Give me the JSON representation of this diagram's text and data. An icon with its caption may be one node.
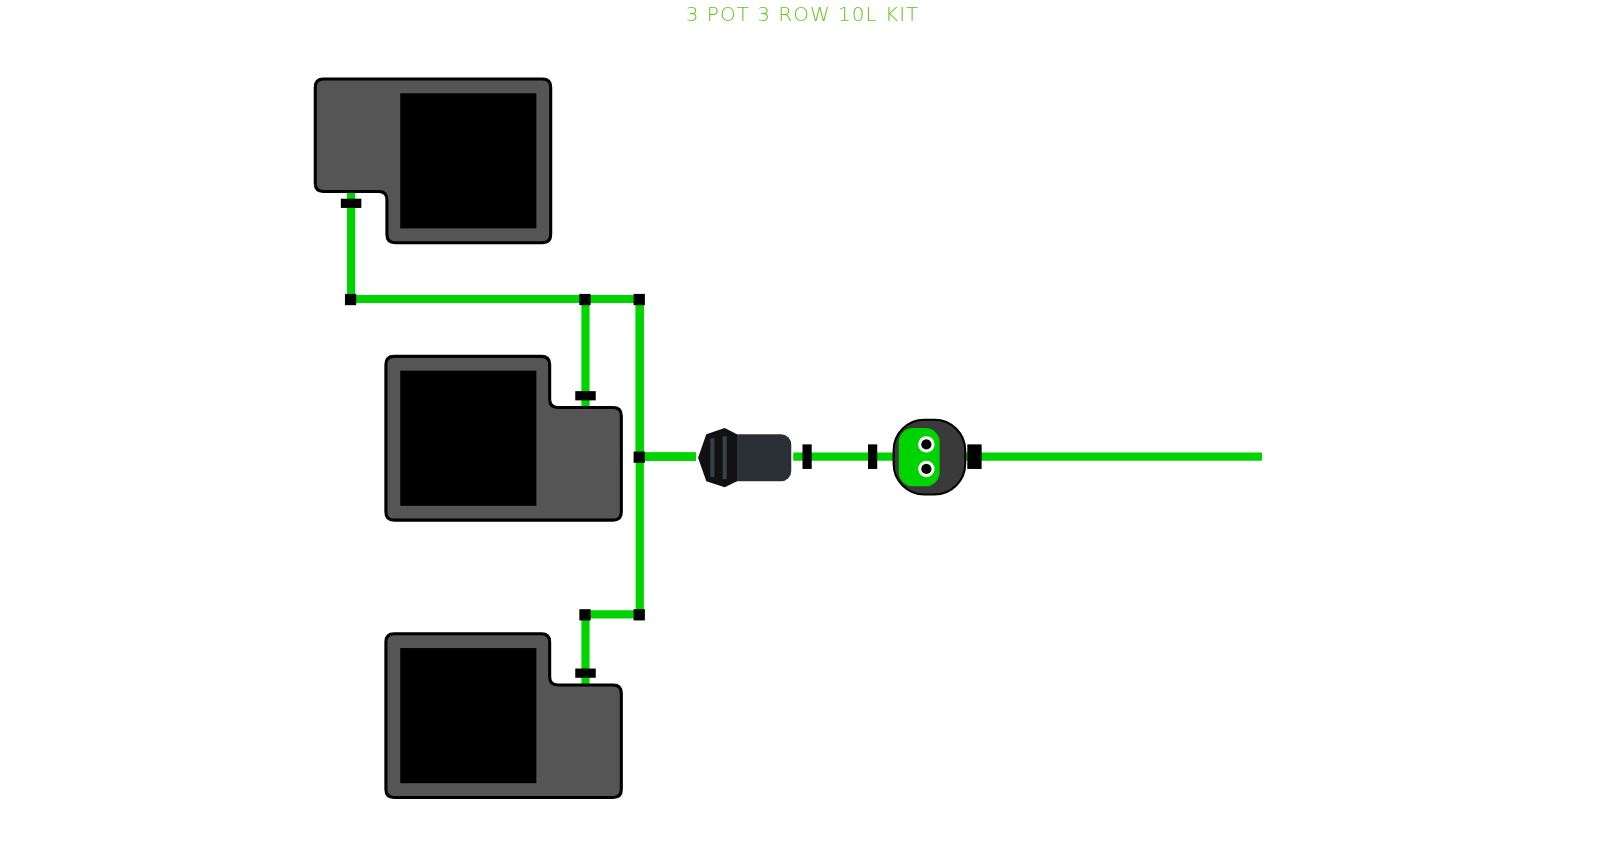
{
  "diagram": {
    "title": "3 POT 3 ROW 10L KIT",
    "nodes": [
      {
        "text": [],
        "shape": "box"
      },
      {
        "text": [],
        "shape": "box"
      },
      {
        "text": [],
        "shape": "box"
      },
      {
        "text": [],
        "shape": "picture"
      },
      {
        "text": [],
        "shape": "picture"
      }
    ],
    "edges": [
      {
        "from": 3,
        "to": 0,
        "arrow": "none"
      },
      {
        "from": 3,
        "to": 1,
        "arrow": "none"
      },
      {
        "from": 3,
        "to": 2,
        "arrow": "none"
      },
      {
        "from": 4,
        "to": 3,
        "arrow": "none"
      },
      {
        "from": null,
        "to": 4,
        "arrow": "none"
      }
    ]
  }
}
